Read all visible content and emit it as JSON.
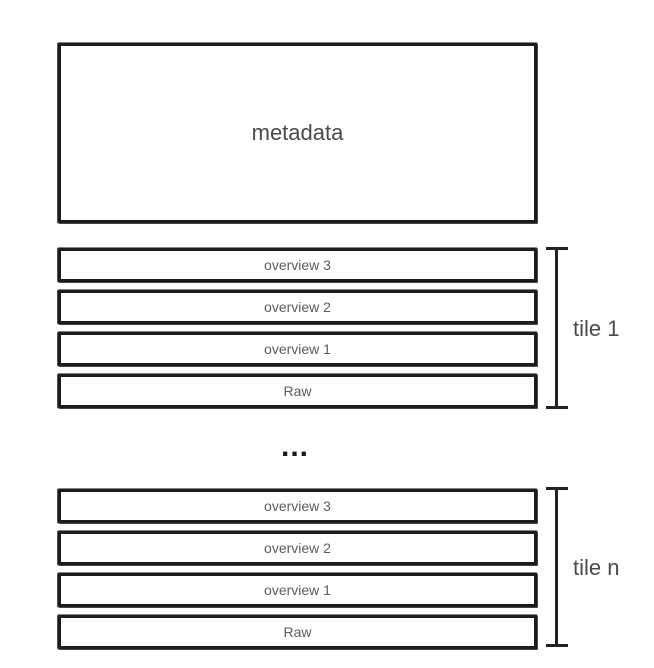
{
  "metadata_label": "metadata",
  "ellipsis": "...",
  "tiles": [
    {
      "label": "tile 1",
      "layers": [
        "overview 3",
        "overview 2",
        "overview 1",
        "Raw"
      ]
    },
    {
      "label": "tile n",
      "layers": [
        "overview 3",
        "overview 2",
        "overview 1",
        "Raw"
      ]
    }
  ]
}
